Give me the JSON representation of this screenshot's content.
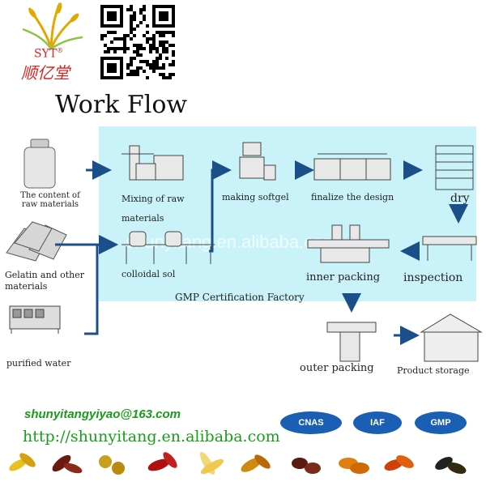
{
  "brand": {
    "name_en": "SYT",
    "name_cn": "顺亿堂",
    "reg_mark": "®"
  },
  "title": "Work Flow",
  "watermark": "shunyitang.en.alibaba.com",
  "steps": {
    "raw_content": "The content of raw materials",
    "gelatin": "Gelatin and other materials",
    "water": "purified water",
    "mixing": "Mixing of raw materials",
    "colloidal": "colloidal sol",
    "making": "making softgel",
    "finalize": "finalize the design",
    "dry": "dry",
    "inspection": "inspection",
    "inner_packing": "inner packing",
    "gmp": "GMP Certification Factory",
    "outer_packing": "outer packing",
    "storage": "Product storage"
  },
  "contact": {
    "email": "shunyitangyiyao@163.com",
    "url": "http://shunyitang.en.alibaba.com"
  },
  "certs": [
    "CNAS",
    "IAF",
    "GMP"
  ],
  "colors": {
    "arrow": "#1b4f8a",
    "panel": "#c9f3f8",
    "green_text": "#16a016",
    "brand_red": "#d22222",
    "badge_blue": "#1a5fb4"
  }
}
